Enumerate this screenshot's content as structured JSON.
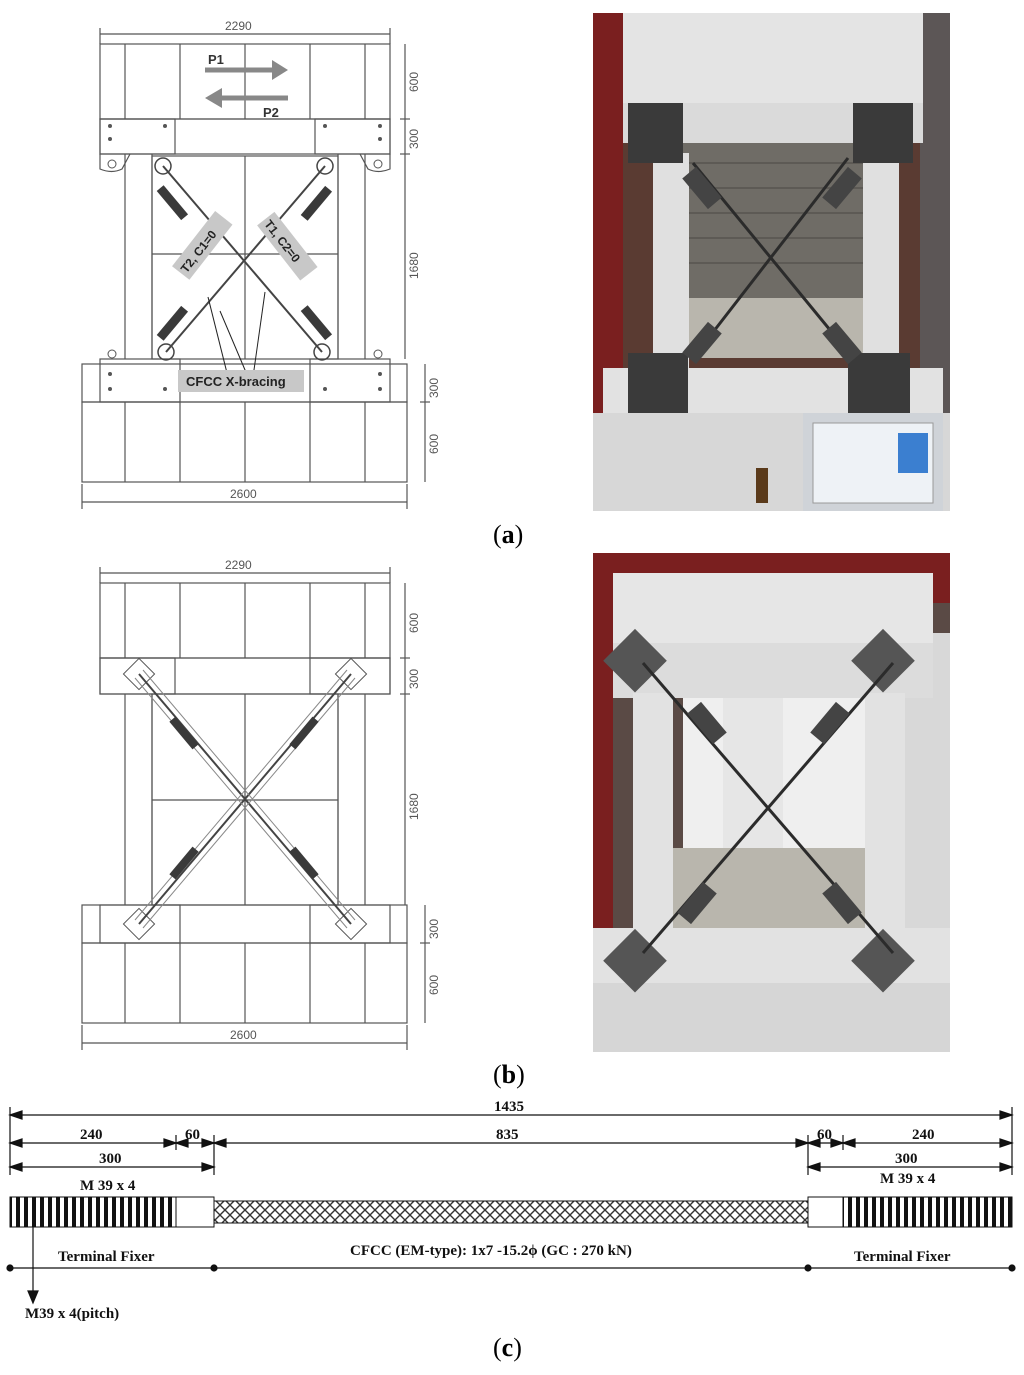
{
  "panel_a": {
    "caption_open": "(",
    "caption_letter": "a",
    "caption_close": ")",
    "dim_top": "2290",
    "dim_bottom": "2600",
    "dim_right_top": "600",
    "dim_right_beam": "300",
    "dim_right_column": "1680",
    "dim_right_base_beam": "300",
    "dim_right_base": "600",
    "load_p1": "P1",
    "load_p2": "P2",
    "brace_left_label": "T2, C1=0",
    "brace_right_label": "T1, C2=0",
    "bracing_label": "CFCC X-bracing"
  },
  "panel_b": {
    "caption_open": "(",
    "caption_letter": "b",
    "caption_close": ")",
    "dim_top": "2290",
    "dim_bottom": "2600",
    "dim_right_top": "600",
    "dim_right_beam": "300",
    "dim_right_column": "1680",
    "dim_right_base_beam": "300",
    "dim_right_base": "600"
  },
  "panel_c": {
    "caption_open": "(",
    "caption_letter": "c",
    "caption_close": ")",
    "total_length": "1435",
    "seg_left_240": "240",
    "seg_left_60": "60",
    "seg_mid_835": "835",
    "seg_right_60": "60",
    "seg_right_240": "240",
    "seg_left_300": "300",
    "seg_right_300": "300",
    "thread_left": "M 39 x 4",
    "thread_right": "M 39 x 4",
    "terminal_left": "Terminal Fixer",
    "terminal_right": "Terminal Fixer",
    "cable_spec": "CFCC (EM-type): 1x7 -15.2ϕ (GC : 270 kN)",
    "pitch_note": "M39 x 4(pitch)"
  },
  "colors": {
    "line": "#555555",
    "arrow": "#888888",
    "label_bg": "#c8c8c8",
    "concrete": "#e4e4e4",
    "steel": "#3a3a3a",
    "frame_red": "#7a1f1f",
    "brick": "#b9b6ad"
  }
}
